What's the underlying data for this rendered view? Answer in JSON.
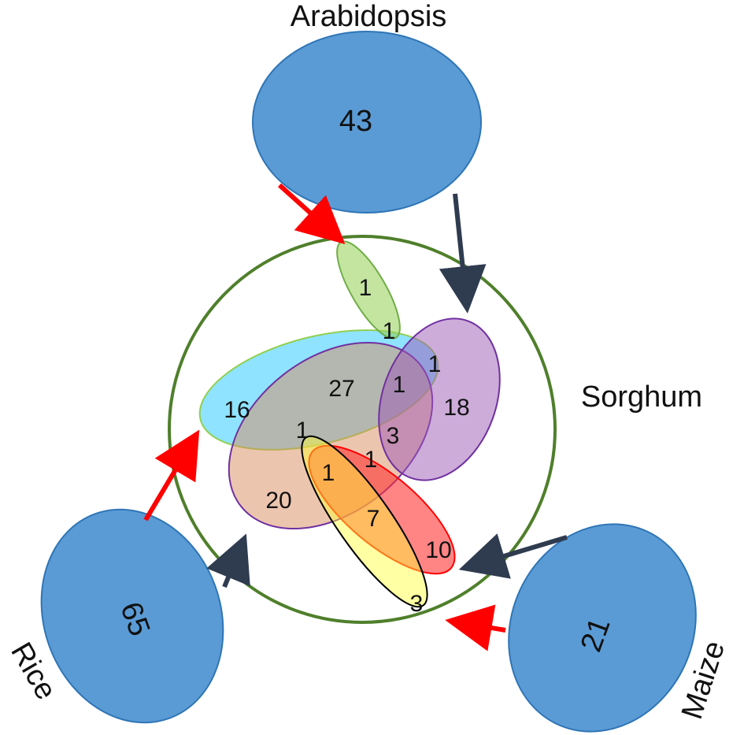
{
  "labels": {
    "arabidopsis": "Arabidopsis",
    "sorghum": "Sorghum",
    "rice": "Rice",
    "maize": "Maize"
  },
  "outer_counts": {
    "arabidopsis": "43",
    "rice": "65",
    "maize": "21"
  },
  "region_counts": {
    "green_top": "1",
    "green_overlap": "1",
    "blue_only": "16",
    "blue_purple": "27",
    "center_1": "1",
    "right_purple_top": "1",
    "purple_only": "18",
    "purple_3": "3",
    "brown_only": "20",
    "orange_center": "1",
    "orange_right": "1",
    "orange_7": "7",
    "red_10": "10",
    "yellow_3": "3"
  },
  "colors": {
    "outer_blue": "#5b9bd5",
    "sorghum_circle": "#4f7f2b",
    "red_arrow": "#ff0000",
    "dark_arrow": "#2f3b4f",
    "green": "#92d050",
    "cyan": "#33ccff",
    "purple": "#9b59b6",
    "brown": "#d99b6c",
    "orange": "#ff9900",
    "red": "#ff3333",
    "yellow": "#ffff66"
  }
}
